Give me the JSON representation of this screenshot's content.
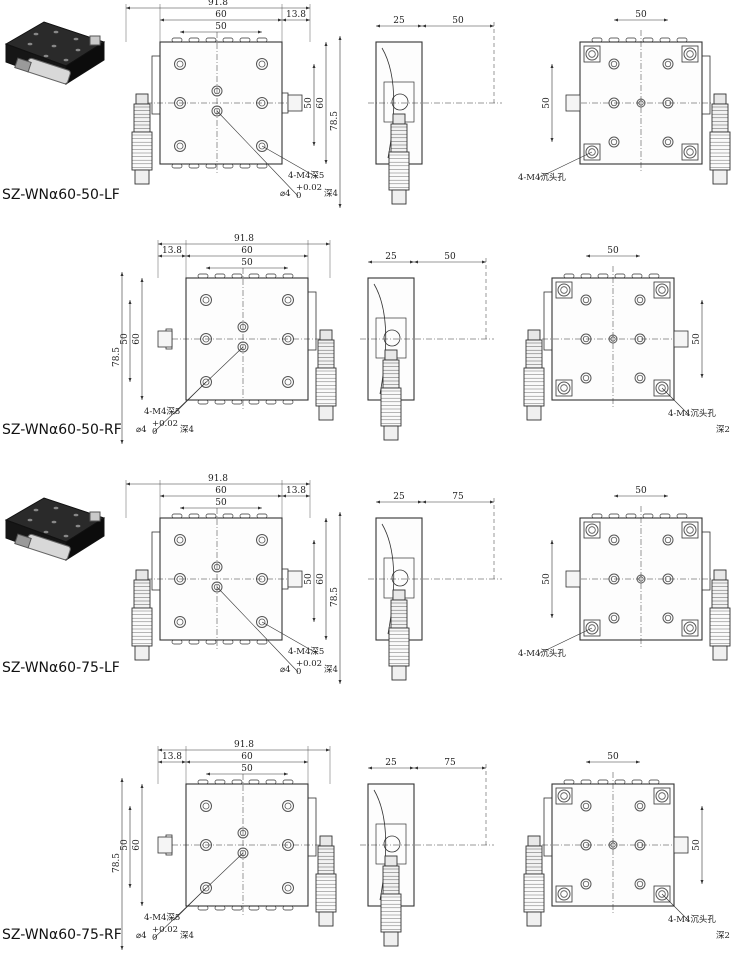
{
  "colors": {
    "line": "#333333",
    "hole": "#555555",
    "dark": "#1e1e1e",
    "bg": "#ffffff"
  },
  "models": [
    {
      "name": "SZ-WNα60-50-LF",
      "side": "left",
      "has_photo": true,
      "top_dims": {
        "overall": "91.8",
        "table": "60",
        "holes": "50",
        "offset": "13.8"
      },
      "vert_dims": {
        "height": "78.5",
        "table": "60",
        "holes": "50"
      },
      "side_dims": {
        "width": "25",
        "travel": "50"
      },
      "bottom_dims": {
        "holes": "50",
        "height": "50"
      },
      "note_top": {
        "thread": "4-M4深5",
        "dowel": "⌀4",
        "tol": "+0.02",
        "tol0": "0",
        "depth": "深4"
      },
      "note_bottom": {
        "thread": "4-M4沉头孔",
        "depth": ""
      }
    },
    {
      "name": "SZ-WNα60-50-RF",
      "side": "right",
      "has_photo": false,
      "top_dims": {
        "overall": "91.8",
        "table": "60",
        "holes": "50",
        "offset": "13.8"
      },
      "vert_dims": {
        "height": "78.5",
        "table": "60",
        "holes": "50"
      },
      "side_dims": {
        "width": "25",
        "travel": "50"
      },
      "bottom_dims": {
        "holes": "50",
        "height": "50"
      },
      "note_top": {
        "thread": "4-M4深5",
        "dowel": "⌀4",
        "tol": "+0.02",
        "tol0": "0",
        "depth": "深4"
      },
      "note_bottom": {
        "thread": "4-M4沉头孔",
        "depth": "深2"
      }
    },
    {
      "name": "SZ-WNα60-75-LF",
      "side": "left",
      "has_photo": true,
      "top_dims": {
        "overall": "91.8",
        "table": "60",
        "holes": "50",
        "offset": "13.8"
      },
      "vert_dims": {
        "height": "78.5",
        "table": "60",
        "holes": "50"
      },
      "side_dims": {
        "width": "25",
        "travel": "75"
      },
      "bottom_dims": {
        "holes": "50",
        "height": "50"
      },
      "note_top": {
        "thread": "4-M4深5",
        "dowel": "⌀4",
        "tol": "+0.02",
        "tol0": "0",
        "depth": "深4"
      },
      "note_bottom": {
        "thread": "4-M4沉头孔",
        "depth": ""
      }
    },
    {
      "name": "SZ-WNα60-75-RF",
      "side": "right",
      "has_photo": false,
      "top_dims": {
        "overall": "91.8",
        "table": "60",
        "holes": "50",
        "offset": "13.8"
      },
      "vert_dims": {
        "height": "78.5",
        "table": "60",
        "holes": "50"
      },
      "side_dims": {
        "width": "25",
        "travel": "75"
      },
      "bottom_dims": {
        "holes": "50",
        "height": "50"
      },
      "note_top": {
        "thread": "4-M4深5",
        "dowel": "⌀4",
        "tol": "+0.02",
        "tol0": "0",
        "depth": "深4"
      },
      "note_bottom": {
        "thread": "4-M4沉头孔",
        "depth": "深2"
      }
    }
  ]
}
